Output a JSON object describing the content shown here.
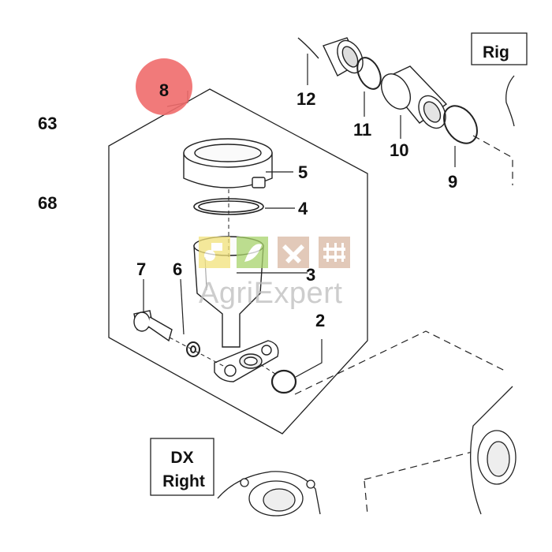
{
  "diagram": {
    "callouts": [
      "63",
      "68"
    ],
    "assembly_number": "8",
    "assembly_highlight_color": "#ef6b6b",
    "parts": [
      "2",
      "3",
      "4",
      "5",
      "6",
      "7",
      "9",
      "10",
      "11",
      "12"
    ],
    "label_right_top": "Rig",
    "label_dx": "DX",
    "label_right_bottom": "Right"
  },
  "watermark": {
    "text": "AgriExpert",
    "tile_colors": [
      "#f2e27a",
      "#a8d36b",
      "#d9b8a2",
      "#d9b8a2"
    ],
    "tile_icons": [
      "tractor-icon",
      "leaf-icon",
      "tools-icon",
      "fence-icon"
    ]
  }
}
